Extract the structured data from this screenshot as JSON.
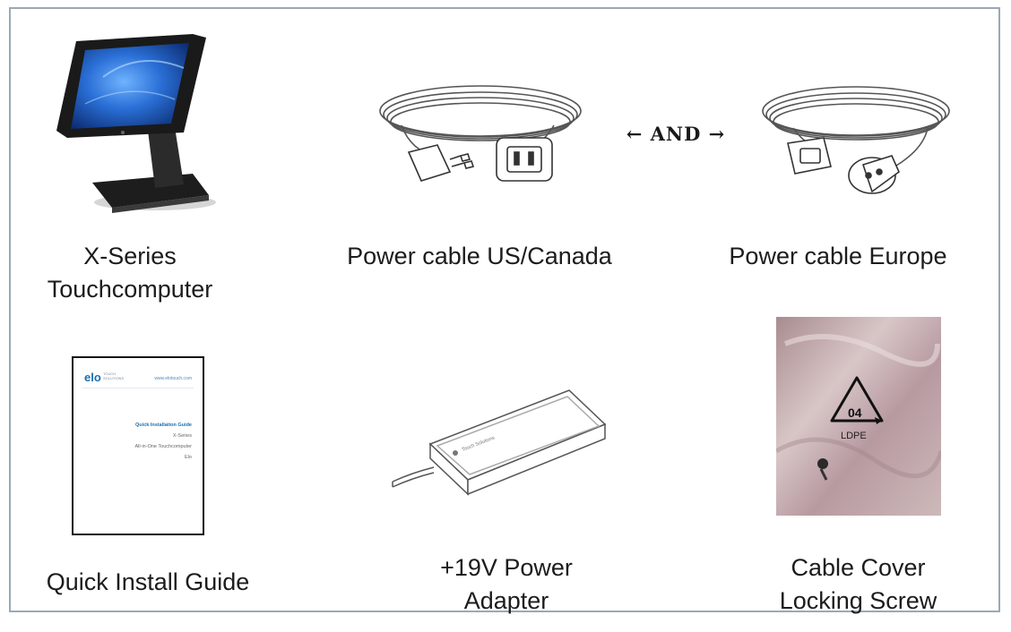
{
  "items": {
    "touchcomputer": {
      "label": "X-Series\nTouchcomputer"
    },
    "power_us": {
      "label": "Power cable US/Canada"
    },
    "connector": {
      "text": "AND"
    },
    "power_eu": {
      "label": "Power cable Europe"
    },
    "guide": {
      "label": "Quick Install Guide",
      "cover": {
        "logo": "elo",
        "logo_sub": "TOUCH\nSOLUTIONS",
        "url": "www.elotouch.com",
        "title": "Quick Installation Guide",
        "line1": "X-Series",
        "line2": "All-in-One Touchcomputer",
        "line3": "Elo"
      }
    },
    "adapter": {
      "label": "+19V Power\nAdapter",
      "brand": "Touch Solutions"
    },
    "screw": {
      "label": "Cable Cover\nLocking Screw",
      "recycle_code": "04",
      "recycle_text": "LDPE"
    }
  },
  "colors": {
    "frame_border": "#9aa9b6",
    "screen_blue": "#1f63c9",
    "guide_blue": "#1b6fb0",
    "bag": "#c9b2b4"
  }
}
